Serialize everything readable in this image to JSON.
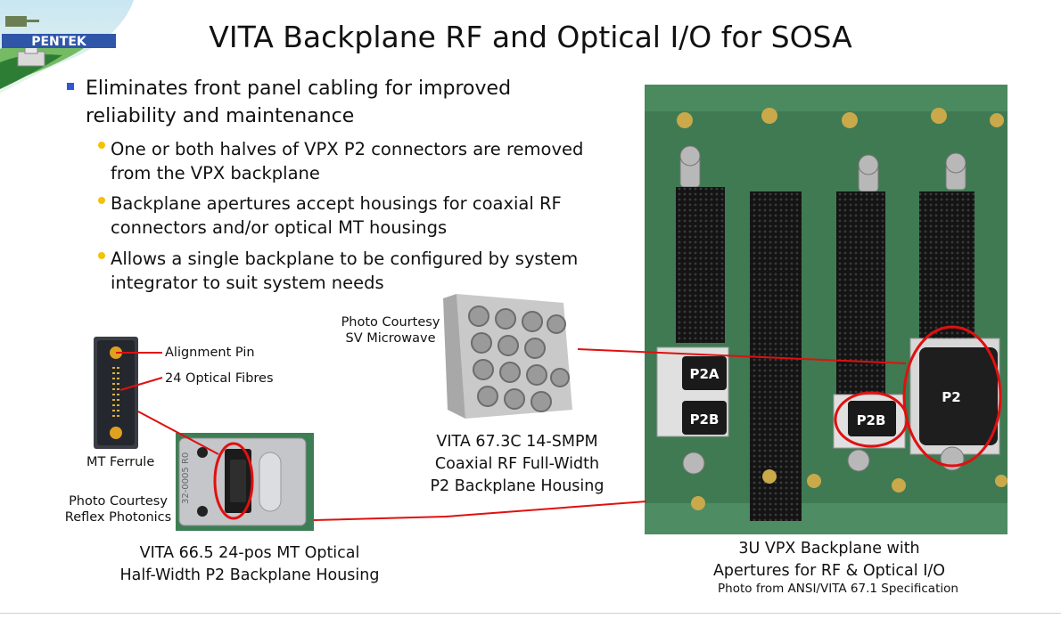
{
  "slide": {
    "title": "VITA Backplane RF and Optical I/O for SOSA",
    "logo_text": "PENTEK"
  },
  "bullets": {
    "main": [
      "Eliminates front panel cabling for improved",
      "reliability and maintenance"
    ],
    "sub": [
      [
        "One or both halves of VPX P2 connectors are removed",
        "from the VPX backplane"
      ],
      [
        "Backplane apertures accept housings for coaxial RF",
        "connectors and/or optical MT housings"
      ],
      [
        "Allows a single backplane to be configured by system",
        "integrator to suit system needs"
      ]
    ]
  },
  "ferrule": {
    "alignment_pin": "Alignment Pin",
    "optical_fibres": "24 Optical Fibres",
    "label": "MT Ferrule",
    "courtesy": [
      "Photo Courtesy",
      "Reflex Photonics"
    ]
  },
  "optical_housing": {
    "caption": [
      "VITA 66.5 24-pos MT Optical",
      "Half-Width P2 Backplane Housing"
    ],
    "board_text": "32-0005 R0"
  },
  "rf_housing": {
    "courtesy": [
      "Photo Courtesy",
      "SV Microwave"
    ],
    "caption": [
      "VITA 67.3C 14-SMPM",
      "Coaxial RF Full-Width",
      "P2 Backplane Housing"
    ]
  },
  "backplane": {
    "labels": {
      "p2a": "P2A",
      "p2b_left": "P2B",
      "p2b_right": "P2B",
      "p2": "P2"
    },
    "caption": [
      "3U VPX Backplane with",
      "Apertures for RF & Optical I/O"
    ],
    "source": "Photo from ANSI/VITA 67.1 Specification"
  },
  "colors": {
    "callout_red": "#e01010",
    "bullet_blue": "#2f57d6",
    "bullet_yellow": "#f4c10b",
    "pcb_green": "#3f7a52"
  }
}
